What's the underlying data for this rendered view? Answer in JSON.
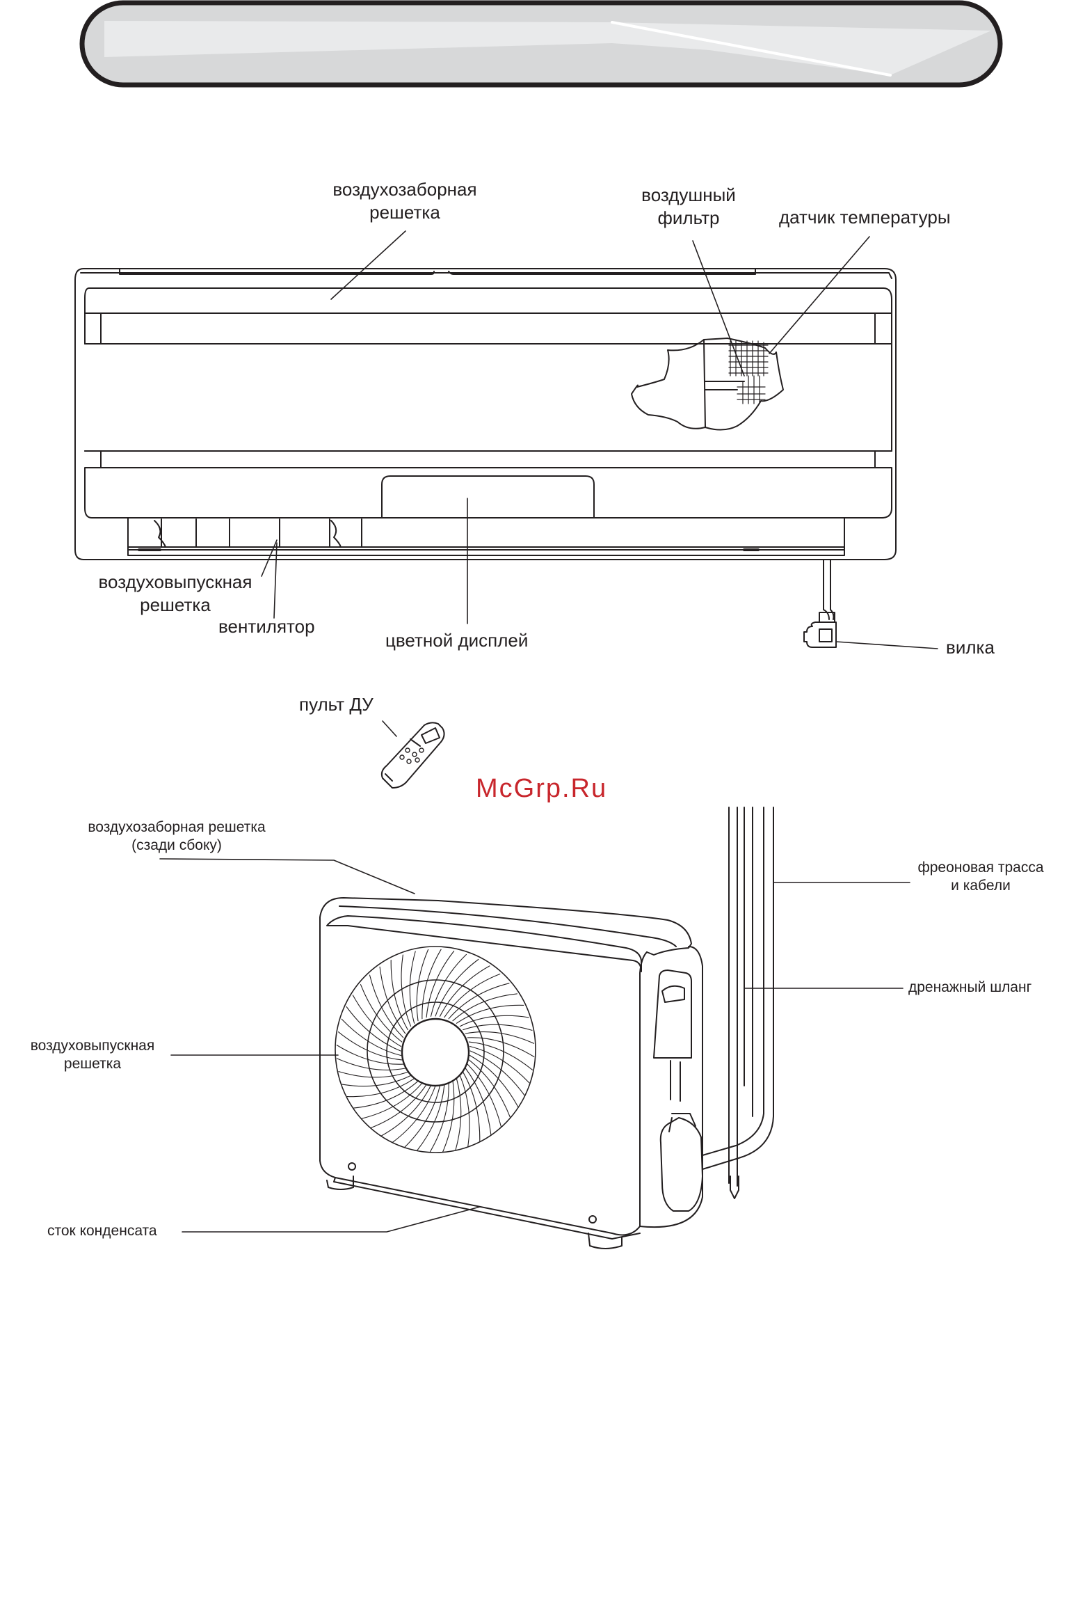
{
  "header": {
    "fill_color": "#d7d8d9",
    "stroke_color": "#231f20"
  },
  "labels": {
    "indoor": {
      "intake_grille": [
        "воздухозаборная",
        "решетка"
      ],
      "air_filter": [
        "воздушный",
        "фильтр"
      ],
      "temp_sensor": "датчик температуры",
      "outlet_grille": [
        "воздуховыпускная",
        "решетка"
      ],
      "fan": "вентилятор",
      "display": "цветной дисплей",
      "plug": "вилка",
      "remote": "пульт ДУ"
    },
    "outdoor": {
      "intake_grille": [
        "воздухозаборная решетка",
        "(сзади сбоку)"
      ],
      "pipes": [
        "фреоновая трасса",
        "и кабели"
      ],
      "drain_hose": "дренажный шланг",
      "outlet_grille": [
        "воздуховыпускная",
        "решетка"
      ],
      "condensate": "сток конденсата"
    }
  },
  "watermark": "McGrp.Ru",
  "colors": {
    "line": "#231f20",
    "watermark": "#c8262c"
  }
}
